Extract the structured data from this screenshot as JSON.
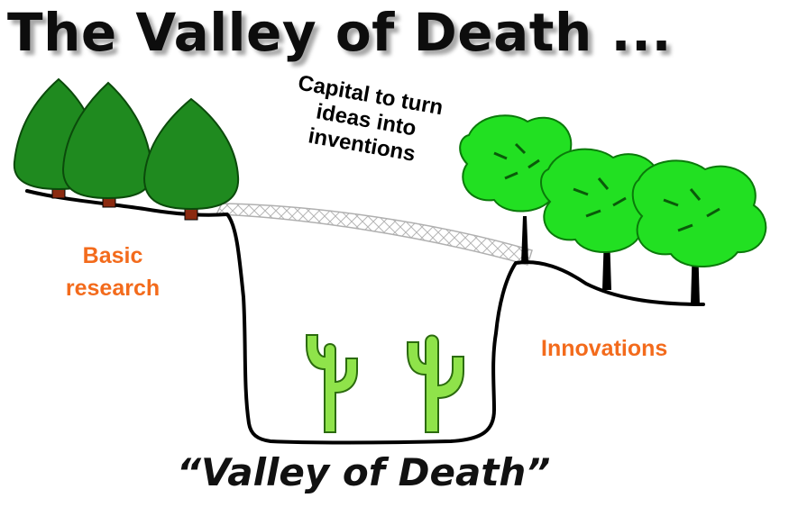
{
  "title": "The Valley of Death ...",
  "capital_label": {
    "line1": "Capital to turn",
    "line2": "ideas into",
    "line3": "inventions"
  },
  "left_label": {
    "line1": "Basic",
    "line2": "research"
  },
  "right_label": "Innovations",
  "caption": "“Valley of Death”",
  "colors": {
    "label_orange": "#f36b1c",
    "conifer_green": "#1f8a1f",
    "leafy_green": "#22e022",
    "cactus_green": "#8fe34a",
    "trunk_brown": "#8b2a10",
    "ground_line": "#000000"
  },
  "icons": {
    "left_trees": "conifer-tree-icon",
    "right_trees": "deciduous-tree-icon",
    "cacti": "cactus-icon",
    "bridge": "truss-bridge-icon"
  }
}
